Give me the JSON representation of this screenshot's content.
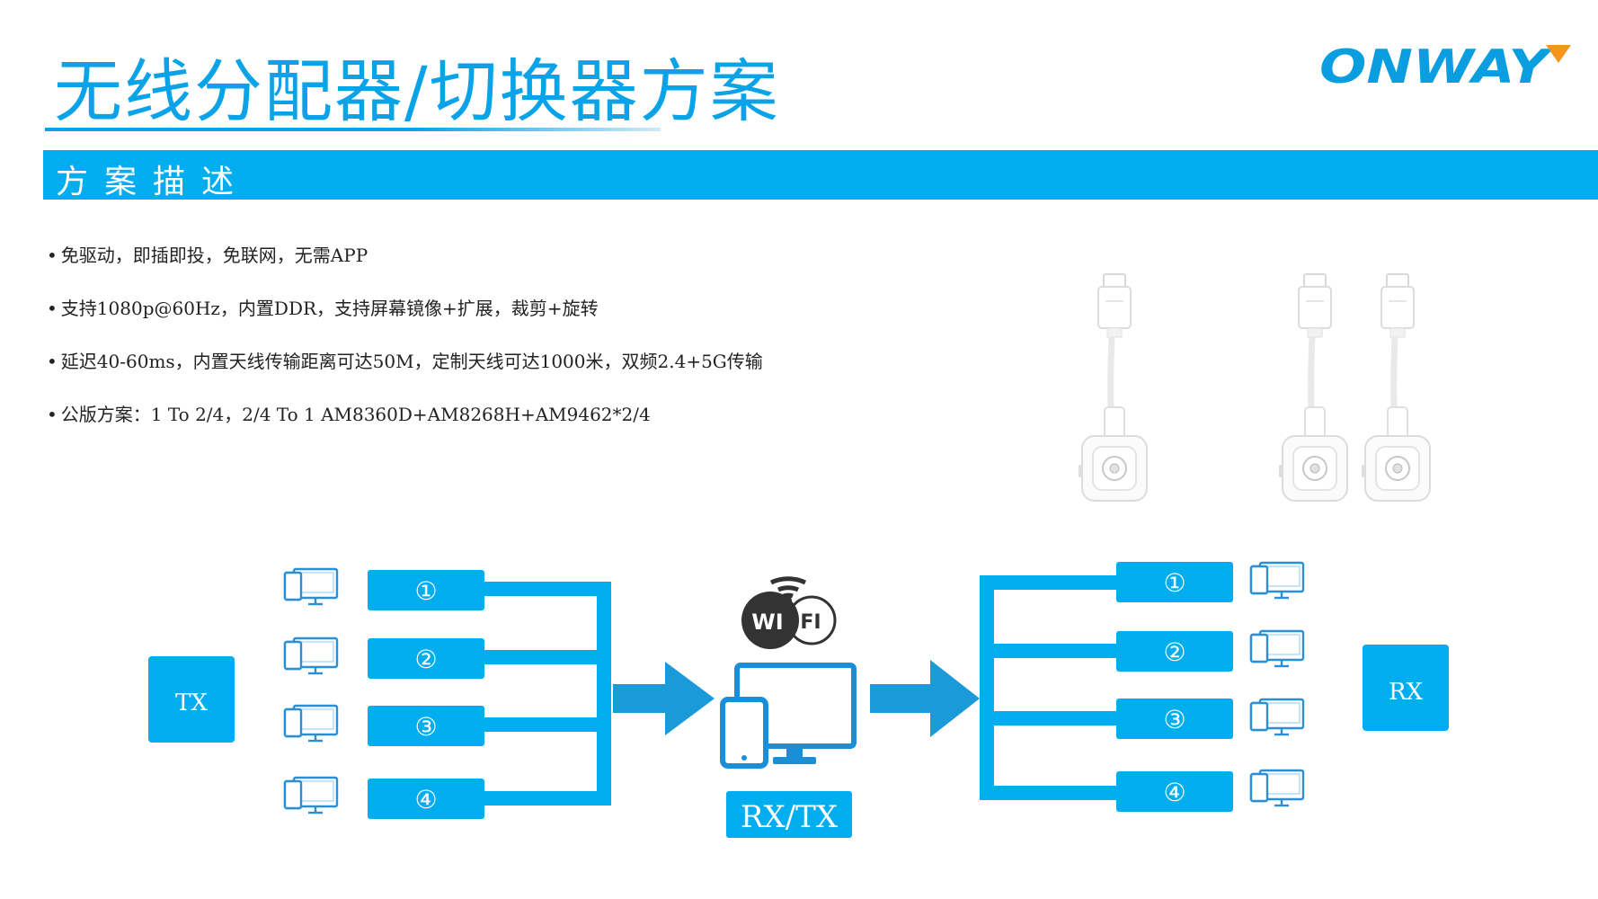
{
  "title": "无线分配器/切换器方案",
  "logo_text": "ONWAY",
  "section_label": "方案描述",
  "bullets": [
    "免驱动，即插即投，免联网，无需APP",
    "支持1080p@60Hz，内置DDR，支持屏幕镜像+扩展，裁剪+旋转",
    "延迟40-60ms，内置天线传输距离可达50M，定制天线可达1000米，双频2.4+5G传输",
    "公版方案：1 To 2/4，2/4 To 1 AM8360D+AM8268H+AM9462*2/4"
  ],
  "bullet_mark": "•",
  "diagram": {
    "tx_label": "TX",
    "center_label": "RX/TX",
    "rx_label": "RX",
    "wifi_left": "WI",
    "wifi_right": "FI",
    "ports_left": [
      "①",
      "②",
      "③",
      "④"
    ],
    "ports_right": [
      "①",
      "②",
      "③",
      "④"
    ]
  },
  "colors": {
    "accent": "#00aeef",
    "title": "#0aa3e8",
    "arrow": "#1a9ad9",
    "logo_orange": "#f7941d"
  }
}
